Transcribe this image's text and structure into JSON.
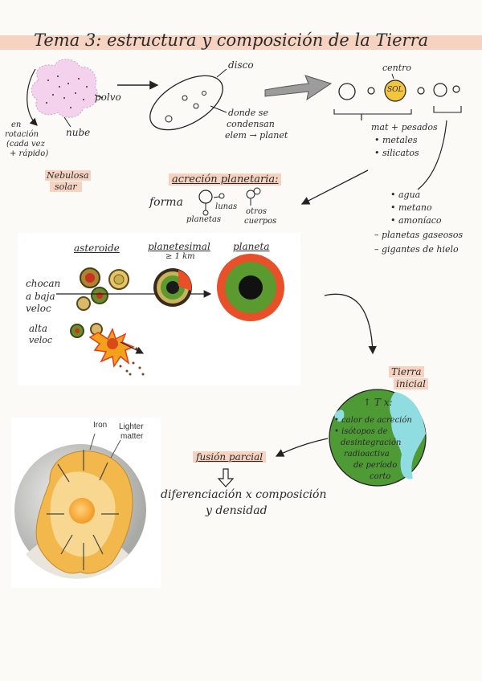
{
  "title": "Tema 3: estructura y composición de la Tierra",
  "nebula": {
    "polvo": "polvo",
    "nube": "nube",
    "rotacion_lines": [
      "en",
      "rotación",
      "(cada vez",
      "+ rápido)"
    ],
    "label_lines": [
      "Nebulosa",
      "solar"
    ]
  },
  "disk": {
    "disco": "disco",
    "note_lines": [
      "donde se",
      "condensan",
      "elem → planet"
    ]
  },
  "solar_system": {
    "centro": "centro",
    "sol": "SOL",
    "inner_lines": [
      "mat + pesados",
      "• metales",
      "• silicatos"
    ],
    "outer_lines": [
      "• agua",
      "• metano",
      "• amoníaco",
      "– planetas gaseosos",
      "– gigantes de hielo"
    ]
  },
  "accretion": {
    "heading": "acreción planetaria:",
    "forma": "forma",
    "lunas": "lunas",
    "planetas": "planetas",
    "otros_cuerpos": [
      "otros",
      "cuerpos"
    ]
  },
  "stages": {
    "asteroide": "asteroide",
    "planetesimal": "planetesimal",
    "size": "≥ 1 km",
    "planeta": "planeta",
    "chocan_lines": [
      "chocan",
      "a baja",
      "veloc"
    ],
    "alta_lines": [
      "alta",
      "veloc"
    ]
  },
  "early_earth": {
    "label_lines": [
      "Tierra",
      "inicial"
    ],
    "heat_title": "↑ T x:",
    "heat_lines": [
      "• calor de acreción",
      "• isótopos de",
      "desintegración",
      "radioactiva",
      "de período",
      "corto"
    ]
  },
  "differentiation": {
    "fusion": "fusión parcial",
    "result_lines": [
      "diferenciación x composición",
      "y densidad"
    ],
    "iron": "Iron",
    "lighter_lines": [
      "Lighter",
      "matter"
    ]
  },
  "colors": {
    "highlight": "#f6d3c0",
    "sun": "#f3c53a",
    "planet_red": "#e8502a",
    "planet_green": "#5b9a2f",
    "earth_green": "#4e9a35",
    "earth_water": "#8fdde0",
    "globe_orange": "#f2b84b"
  }
}
